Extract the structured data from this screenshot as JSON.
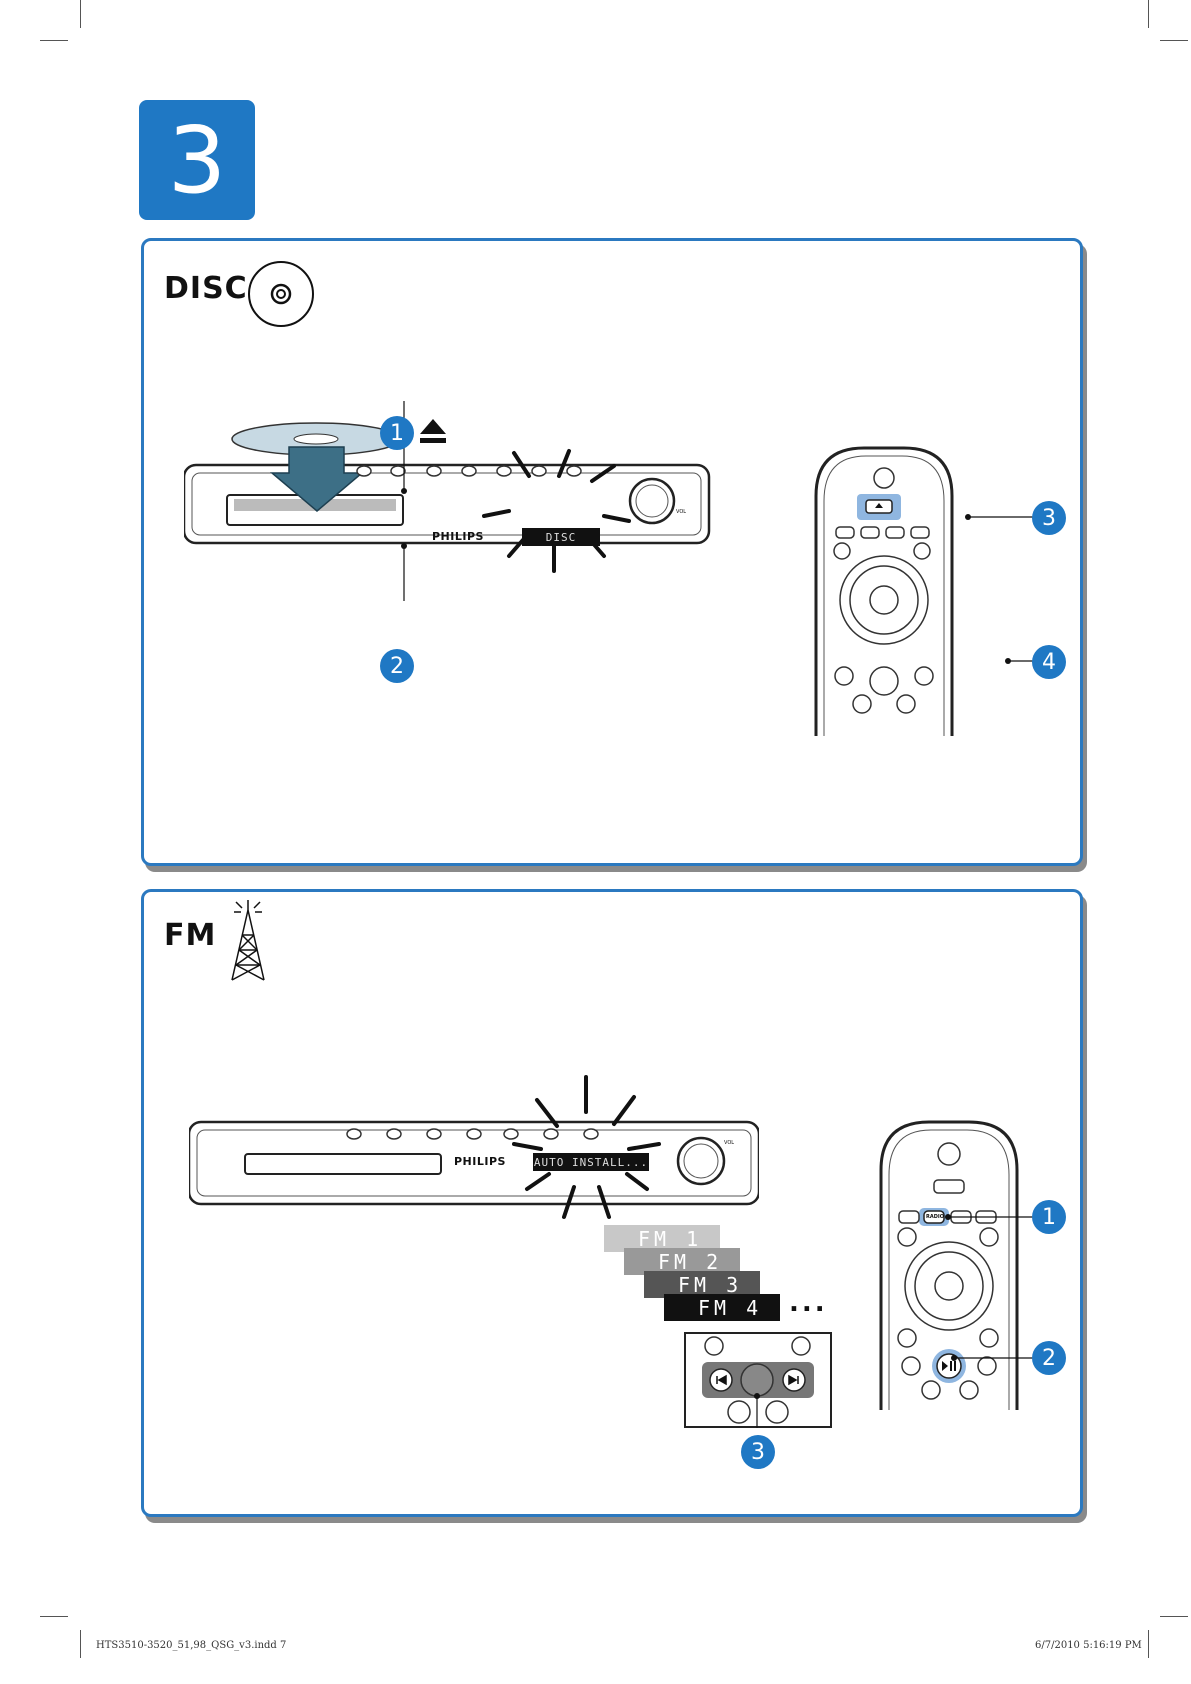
{
  "step_number": "3",
  "disc_section": {
    "title": "DISC",
    "player_brand": "PHILIPS",
    "player_display": "DISC",
    "vol_label": "VOL",
    "callouts": [
      "1",
      "2",
      "3",
      "4"
    ]
  },
  "fm_section": {
    "title": "FM",
    "player_brand": "PHILIPS",
    "player_display": "AUTO INSTALL...",
    "vol_label": "VOL",
    "presets": [
      "FM 1",
      "FM 2",
      "FM 3",
      "FM 4"
    ],
    "ellipsis": "...",
    "remote_radio_label": "RADIO",
    "callouts": [
      "1",
      "2",
      "3"
    ]
  },
  "footer": {
    "filename": "HTS3510-3520_51,98_QSG_v3.indd   7",
    "timestamp": "6/7/2010   5:16:19 PM"
  },
  "colors": {
    "accent": "#1f78c4",
    "panel_border": "#2b79c0"
  }
}
